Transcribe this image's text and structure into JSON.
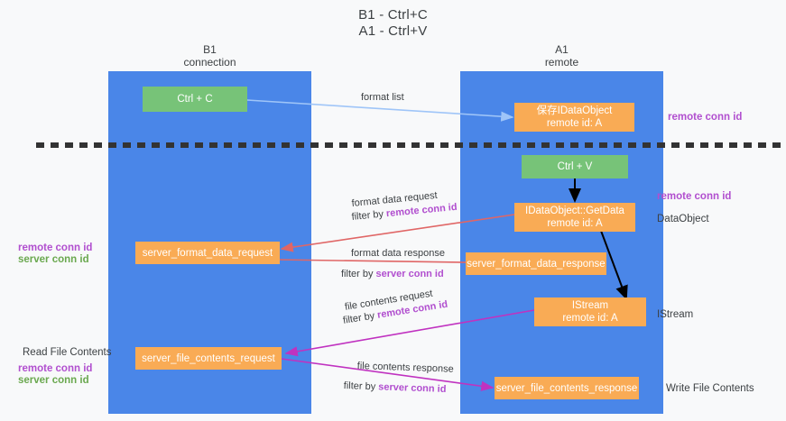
{
  "title": {
    "line1": "B1 - Ctrl+C",
    "line2": "A1 - Ctrl+V"
  },
  "columns": [
    {
      "name": "B1",
      "sub": "connection"
    },
    {
      "name": "A1",
      "sub": "remote"
    }
  ],
  "nodes": {
    "ctrl_c": {
      "label": "Ctrl + C"
    },
    "save_idataobject": {
      "line1": "保存IDataObject",
      "line2": "remote id: A"
    },
    "ctrl_v": {
      "label": "Ctrl + V"
    },
    "getdata": {
      "line1": "IDataObject::GetData",
      "line2": "remote id: A"
    },
    "server_format_data_request": {
      "label": "server_format_data_request"
    },
    "server_format_data_response": {
      "label": "server_format_data_response"
    },
    "istream": {
      "line1": "IStream",
      "line2": "remote id: A"
    },
    "server_file_contents_request": {
      "label": "server_file_contents_request"
    },
    "server_file_contents_response": {
      "label": "server_file_contents_response"
    }
  },
  "edge_labels": {
    "format_list": "format list",
    "format_data_request": "format data request",
    "format_data_request_filter_prefix": "filter by ",
    "format_data_request_filter_key": "remote conn id",
    "format_data_response": "format data response",
    "format_data_response_filter_prefix": "filter by ",
    "format_data_response_filter_key": "server conn id",
    "file_contents_request": "file contents request",
    "file_contents_request_filter_prefix": "filter by ",
    "file_contents_request_filter_key": "remote conn id",
    "file_contents_response": "file contents response",
    "file_contents_response_filter_prefix": "filter by ",
    "file_contents_response_filter_key": "server conn id"
  },
  "right_annotations": [
    {
      "id": "remote-conn-id-top",
      "text": "remote conn id"
    },
    {
      "id": "remote-conn-id-mid",
      "text": "remote conn id"
    },
    {
      "id": "dataobject",
      "text": "DataObject"
    },
    {
      "id": "istream",
      "text": "IStream"
    },
    {
      "id": "write-file-contents",
      "text": "Write File Contents"
    }
  ],
  "left_annotations": {
    "mid_remote": "remote conn id",
    "mid_server": "server conn id",
    "read_file_contents": "Read File Contents",
    "bottom_remote": "remote conn id",
    "bottom_server": "server conn id"
  },
  "colors": {
    "lane": "#4a86e8",
    "node_orange": "#f9ab55",
    "node_green": "#77c378",
    "accent_purple": "#b14fcf",
    "accent_green": "#6aa84f",
    "arrow_blue": "#9fc5f8",
    "arrow_red": "#e06666",
    "arrow_magenta": "#c032c0",
    "arrow_black": "#000000",
    "background": "#f8f9fa"
  }
}
